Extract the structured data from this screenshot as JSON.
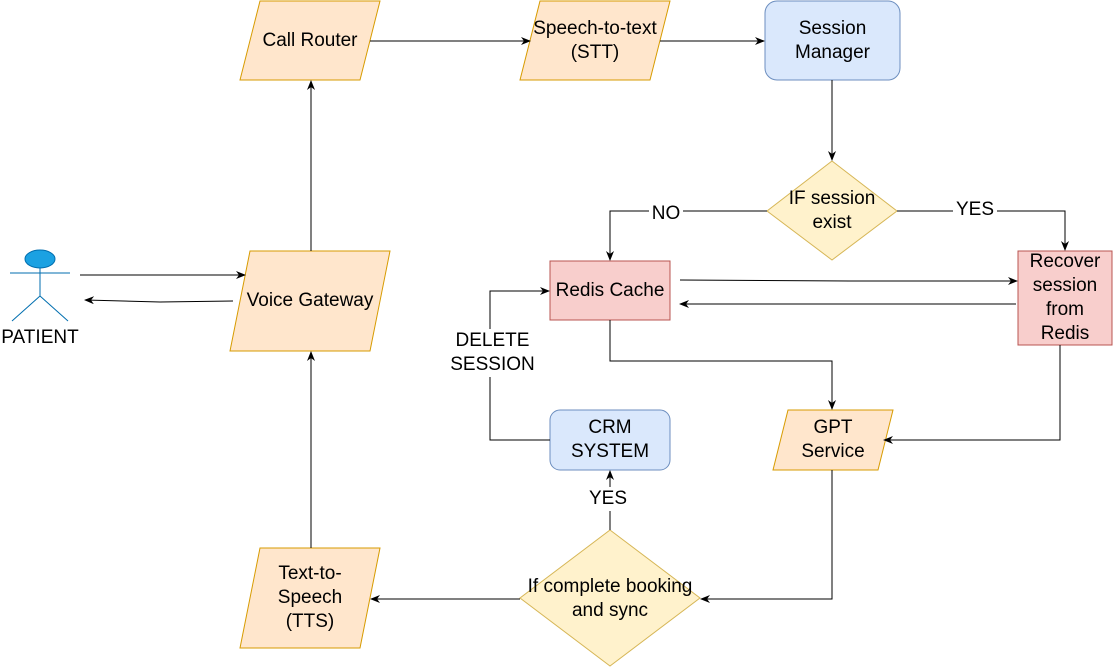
{
  "nodes": {
    "call_router": "Call Router",
    "stt": "Speech-to-text\n(STT)",
    "session_manager": "Session\nManager",
    "if_session_exist": "IF session\nexist",
    "redis_cache": "Redis Cache",
    "recover_session": "Recover\nsession\nfrom\nRedis",
    "voice_gateway": "Voice Gateway",
    "patient": "PATIENT",
    "crm_system": "CRM\nSYSTEM",
    "gpt_service": "GPT\nService",
    "if_complete": "If complete booking\nand sync",
    "tts": "Text-to-\nSpeech\n(TTS)"
  },
  "edge_labels": {
    "no": "NO",
    "yes_session": "YES",
    "delete_session": "DELETE\nSESSION",
    "yes_complete": "YES"
  },
  "colors": {
    "parallelogram_fill": "#ffe6cc",
    "parallelogram_stroke": "#d79b00",
    "rounded_fill": "#dae8fc",
    "rounded_stroke": "#6c8ebf",
    "diamond_fill": "#fff2cc",
    "diamond_stroke": "#d6b656",
    "red_fill": "#f8cecc",
    "red_stroke": "#b85450",
    "actor_fill": "#1ba1e2",
    "actor_stroke": "#006eaf"
  }
}
